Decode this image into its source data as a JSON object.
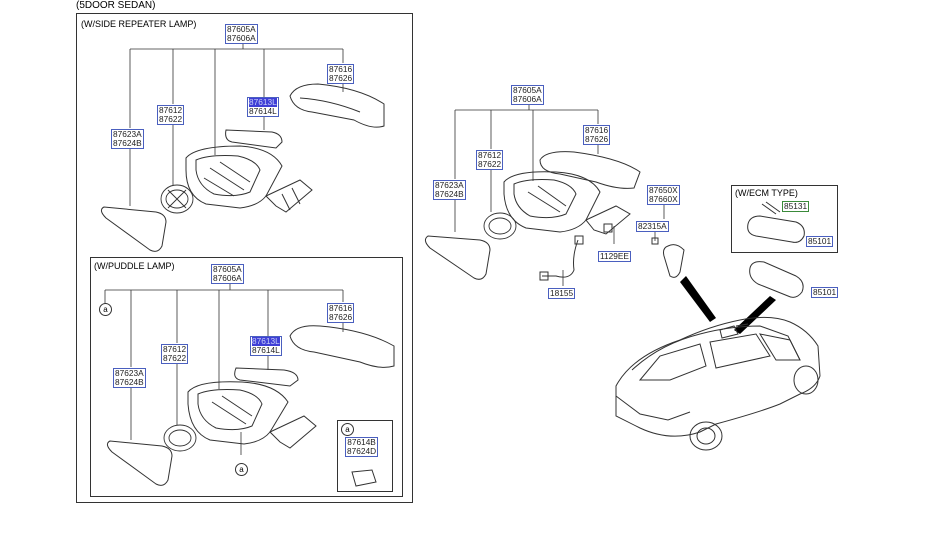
{
  "header": {
    "title": "(5DOOR SEDAN)"
  },
  "frames": {
    "side_repeater": {
      "title": "(W/SIDE REPEATER LAMP)"
    },
    "puddle": {
      "title": "(W/PUDDLE LAMP)"
    },
    "ecm": {
      "title": "(W/ECM TYPE)"
    }
  },
  "parts": {
    "sr_87605A": {
      "l1": "87605A",
      "l2": "87606A"
    },
    "sr_87616": {
      "l1": "87616",
      "l2": "87626"
    },
    "sr_87612": {
      "l1": "87612",
      "l2": "87622"
    },
    "sr_87613": {
      "l1": "87613L",
      "l2": "87614L"
    },
    "sr_87623A": {
      "l1": "87623A",
      "l2": "87624B"
    },
    "pd_87605A": {
      "l1": "87605A",
      "l2": "87606A"
    },
    "pd_87616": {
      "l1": "87616",
      "l2": "87626"
    },
    "pd_87612": {
      "l1": "87612",
      "l2": "87622"
    },
    "pd_87613": {
      "l1": "87613L",
      "l2": "87614L"
    },
    "pd_87623A": {
      "l1": "87623A",
      "l2": "87624B"
    },
    "pd_87614B": {
      "l1": "87614B",
      "l2": "87624D"
    },
    "m_87605A": {
      "l1": "87605A",
      "l2": "87606A"
    },
    "m_87616": {
      "l1": "87616",
      "l2": "87626"
    },
    "m_87612": {
      "l1": "87612",
      "l2": "87622"
    },
    "m_87623A": {
      "l1": "87623A",
      "l2": "87624B"
    },
    "m_87650X": {
      "l1": "87650X",
      "l2": "87660X"
    },
    "m_82315A": {
      "l1": "82315A"
    },
    "m_1129EE": {
      "l1": "1129EE"
    },
    "m_18155": {
      "l1": "18155"
    },
    "ecm_85131": {
      "l1": "85131"
    },
    "ecm_85101": {
      "l1": "85101"
    },
    "m_85101": {
      "l1": "85101"
    }
  },
  "callouts": {
    "a": "a"
  }
}
